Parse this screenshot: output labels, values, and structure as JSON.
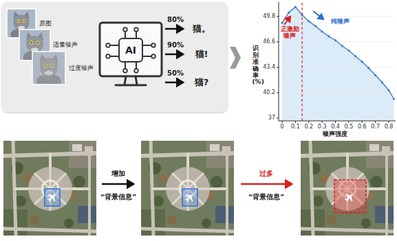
{
  "diagram": {
    "nodes": [
      {
        "text": [
          "AI"
        ]
      }
    ],
    "labels": [
      "原图",
      "适量噪声",
      "过度噪声",
      "80%",
      "90%",
      "50%",
      "猫。",
      "猫!",
      "猫?",
      "识别准确率 (%)",
      "49.8",
      "46.6",
      "43.4",
      "40.2",
      "37",
      "0",
      "0.1",
      "0.2",
      "0.3",
      "0.4",
      "0.5",
      "0.6",
      "0.7",
      "0.8",
      "噪声强度",
      "正激励噪声",
      "纯噪声",
      "增加",
      "“背景信息”",
      "过多",
      "“背景信息”"
    ]
  }
}
